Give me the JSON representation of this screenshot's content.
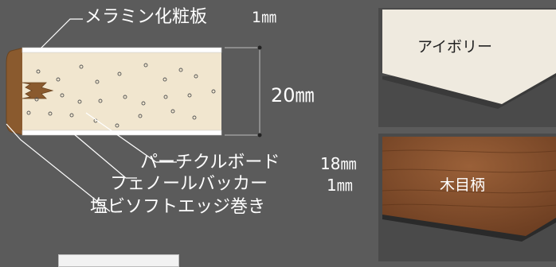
{
  "cross_section": {
    "labels": {
      "melamine": "メラミン化粧板",
      "melamine_thickness": "1㎜",
      "total_thickness": "20㎜",
      "particle_board": "パーチクルボード",
      "particle_board_thickness": "18㎜",
      "phenol_backer": "フェノールバッカー",
      "phenol_backer_thickness": "1㎜",
      "pvc_edge": "塩ビソフトエッジ巻き"
    }
  },
  "swatches": [
    {
      "name": "アイボリー",
      "color": "#efeadf",
      "edge_color": "#3a3a3a"
    },
    {
      "name": "木目柄",
      "color": "#7a4a2a",
      "edge_color": "#2a2a2a"
    }
  ]
}
